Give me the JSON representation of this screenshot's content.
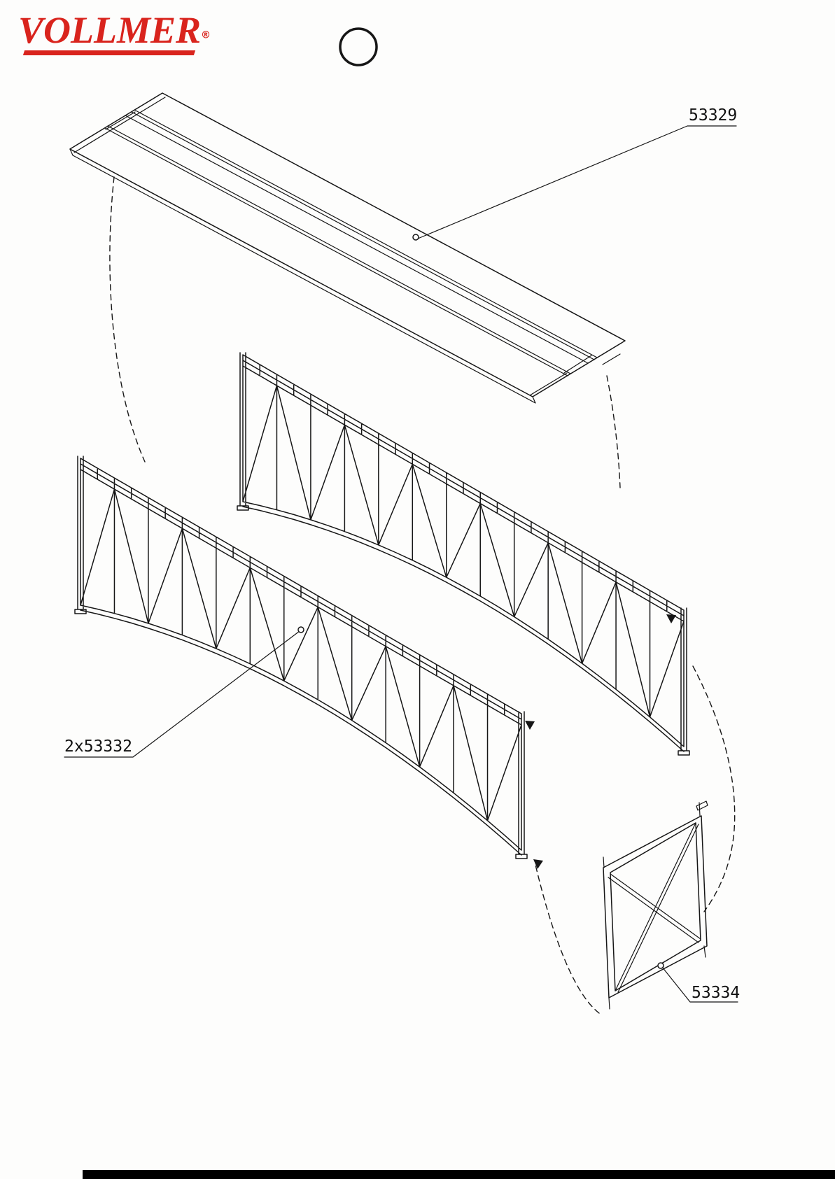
{
  "brand": {
    "name": "VOLLMER",
    "registered_mark": "®",
    "color": "#d9241d"
  },
  "diagram": {
    "parts": [
      {
        "name": "bridge-deck-plate",
        "label": "53329"
      },
      {
        "name": "arched-truss-girder",
        "label": "2x53332"
      },
      {
        "name": "end-support-frame",
        "label": "53334"
      }
    ]
  }
}
